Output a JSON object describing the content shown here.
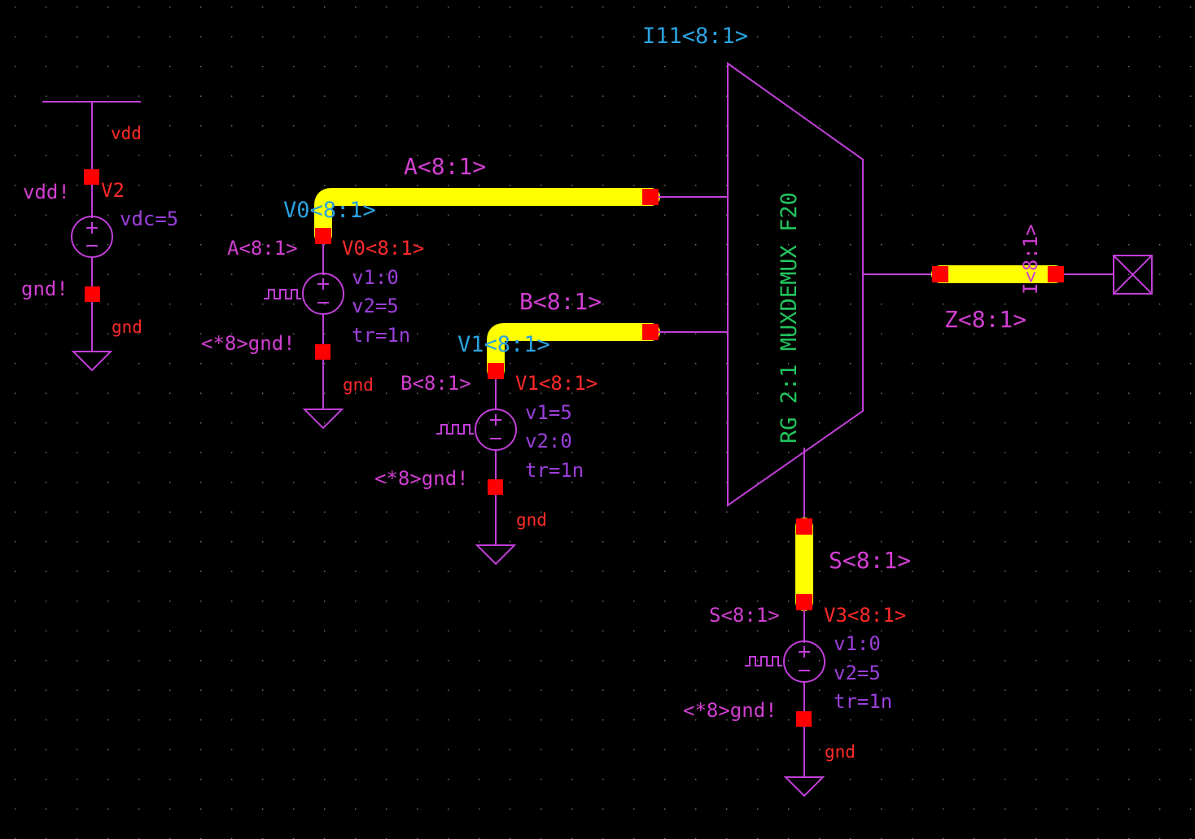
{
  "schematic": {
    "instance_label": "I11<8:1>",
    "mux_cell_label": "RG 2:1 MUXDEMUX F20",
    "output_net": "Z<8:1>",
    "output_net_rotated": "I<8:1>",
    "vdd_source": {
      "net_top": "vdd",
      "pin_label": "vdd!",
      "name": "V2",
      "param": "vdc=5",
      "pin_bottom": "gnd!",
      "net_bottom": "gnd"
    },
    "source_a": {
      "bus_label": "A<8:1>",
      "overlay_label": "V0<8:1>",
      "pin_label": "A<8:1>",
      "name": "V0<8:1>",
      "v1": "v1:0",
      "v2": "v2=5",
      "tr": "tr=1n",
      "gnd_pin": "<*8>gnd!",
      "gnd_net": "gnd"
    },
    "source_b": {
      "bus_label": "B<8:1>",
      "overlay_label": "V1<8:1>",
      "pin_label": "B<8:1>",
      "name": "V1<8:1>",
      "v1": "v1=5",
      "v2": "v2:0",
      "tr": "tr=1n",
      "gnd_pin": "<*8>gnd!",
      "gnd_net": "gnd"
    },
    "source_s": {
      "bus_label": "S<8:1>",
      "pin_label": "S<8:1>",
      "name": "V3<8:1>",
      "v1": "v1:0",
      "v2": "v2=5",
      "tr": "tr=1n",
      "gnd_pin": "<*8>gnd!",
      "gnd_net": "gnd"
    }
  },
  "colors": {
    "background": "#000000",
    "wire": "#c23fd9",
    "bus_highlight": "#ffff00",
    "pin": "#ff0000",
    "instance_text": "#2aa3e0",
    "cell_text": "#22c55e"
  }
}
